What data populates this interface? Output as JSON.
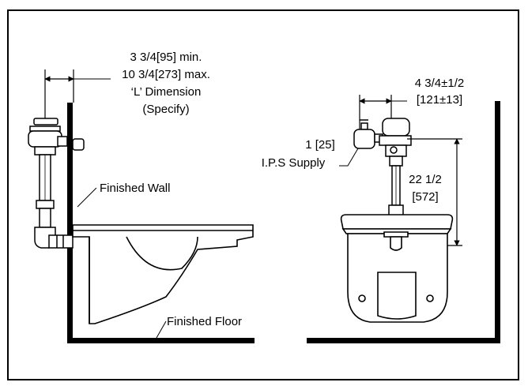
{
  "diagram": {
    "left_view": {
      "dimension": {
        "line1": "3 3/4[95] min.",
        "line2": "10 3/4[273] max.",
        "line3": "‘L’ Dimension",
        "line4": "(Specify)"
      },
      "finished_wall": "Finished Wall",
      "finished_floor": "Finished Floor"
    },
    "right_view": {
      "offset": {
        "line1": "4 3/4±1/2",
        "line2": "[121±13]"
      },
      "supply": {
        "line1": "1 [25]",
        "line2": "I.P.S Supply"
      },
      "height": {
        "line1": "22 1/2",
        "line2": "[572]"
      }
    }
  }
}
